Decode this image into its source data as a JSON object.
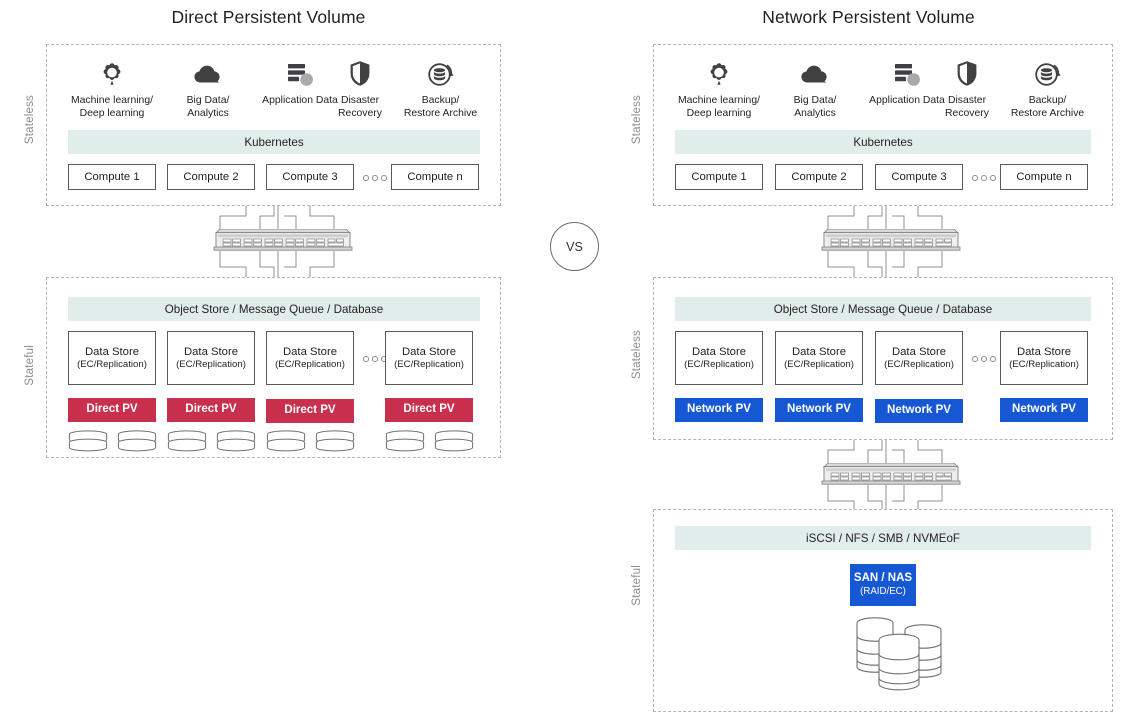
{
  "left": {
    "title": "Direct Persistent Volume",
    "side_labels": [
      "Stateless",
      "Stateful"
    ],
    "apps": [
      {
        "icon": "machine-learning-icon",
        "caption": "Machine learning/\nDeep learning"
      },
      {
        "icon": "big-data-cloud-icon",
        "caption": "Big Data/\nAnalytics"
      },
      {
        "icon": "application-data-icon",
        "caption": "Application Data"
      },
      {
        "icon": "disaster-recovery-shield-icon",
        "caption": "Disaster\nRecovery"
      },
      {
        "icon": "backup-restore-archive-icon",
        "caption": "Backup/\nRestore Archive"
      }
    ],
    "platform_band": "Kubernetes",
    "compute_nodes": [
      "Compute 1",
      "Compute 2",
      "Compute 3",
      "Compute n"
    ],
    "compute_ellipsis": "ooo",
    "service_band": "Object Store / Message Queue / Database",
    "data_stores": [
      {
        "name": "Data Store",
        "sub": "(EC/Replication)"
      },
      {
        "name": "Data Store",
        "sub": "(EC/Replication)"
      },
      {
        "name": "Data Store",
        "sub": "(EC/Replication)"
      },
      {
        "name": "Data Store",
        "sub": "(EC/Replication)"
      }
    ],
    "data_store_ellipsis": "ooo",
    "pv_label": "Direct PV",
    "pv_count": 4
  },
  "right": {
    "title": "Network Persistent Volume",
    "side_labels": [
      "Stateless",
      "Stateless",
      "Stateful"
    ],
    "apps": [
      {
        "icon": "machine-learning-icon",
        "caption": "Machine learning/\nDeep learning"
      },
      {
        "icon": "big-data-cloud-icon",
        "caption": "Big Data/\nAnalytics"
      },
      {
        "icon": "application-data-icon",
        "caption": "Application Data"
      },
      {
        "icon": "disaster-recovery-shield-icon",
        "caption": "Disaster\nRecovery"
      },
      {
        "icon": "backup-restore-archive-icon",
        "caption": "Backup/\nRestore Archive"
      }
    ],
    "platform_band": "Kubernetes",
    "compute_nodes": [
      "Compute 1",
      "Compute 2",
      "Compute 3",
      "Compute n"
    ],
    "compute_ellipsis": "ooo",
    "service_band": "Object Store / Message Queue / Database",
    "data_stores": [
      {
        "name": "Data Store",
        "sub": "(EC/Replication)"
      },
      {
        "name": "Data Store",
        "sub": "(EC/Replication)"
      },
      {
        "name": "Data Store",
        "sub": "(EC/Replication)"
      },
      {
        "name": "Data Store",
        "sub": "(EC/Replication)"
      }
    ],
    "data_store_ellipsis": "ooo",
    "pv_label": "Network PV",
    "pv_count": 4,
    "protocol_band": "iSCSI / NFS / SMB / NVMEoF",
    "storage_array": {
      "name": "SAN / NAS",
      "sub": "(RAID/EC)"
    }
  },
  "comparator": {
    "label": "VS"
  },
  "colors": {
    "direct_pv": "#c8304e",
    "network_pv": "#1657d3",
    "band": "#e1edea",
    "box_border": "#595959",
    "zone_border": "#b5b5b5",
    "text": "#231f20",
    "side_label": "#8c8c8c"
  }
}
